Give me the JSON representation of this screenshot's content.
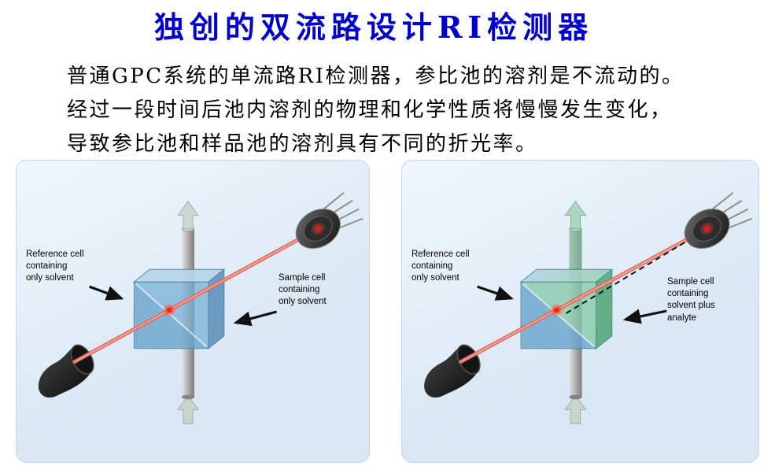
{
  "page": {
    "title": "独创的双流路设计RI检测器",
    "paragraph_lines": [
      "普通GPC系统的单流路RI检测器，参比池的溶剂是不流动的。",
      "经过一段时间后池内溶剂的物理和化学性质将慢慢发生变化，",
      "导致参比池和样品池的溶剂具有不同的折光率。"
    ]
  },
  "diagram_left": {
    "reference_label": "Reference cell\ncontaining\nonly solvent",
    "sample_label": "Sample cell\ncontaining\nonly solvent"
  },
  "diagram_right": {
    "reference_label": "Reference cell\ncontaining\nonly solvent",
    "sample_label": "Sample cell\ncontaining\nsolvent plus\nanalyte"
  },
  "colors": {
    "title_blue": "#0000cc",
    "panel_bg": "#d9e7f4",
    "beam_red": "#e4675a",
    "cell_blue": "#74aed4",
    "cell_green": "#85c9a8"
  }
}
